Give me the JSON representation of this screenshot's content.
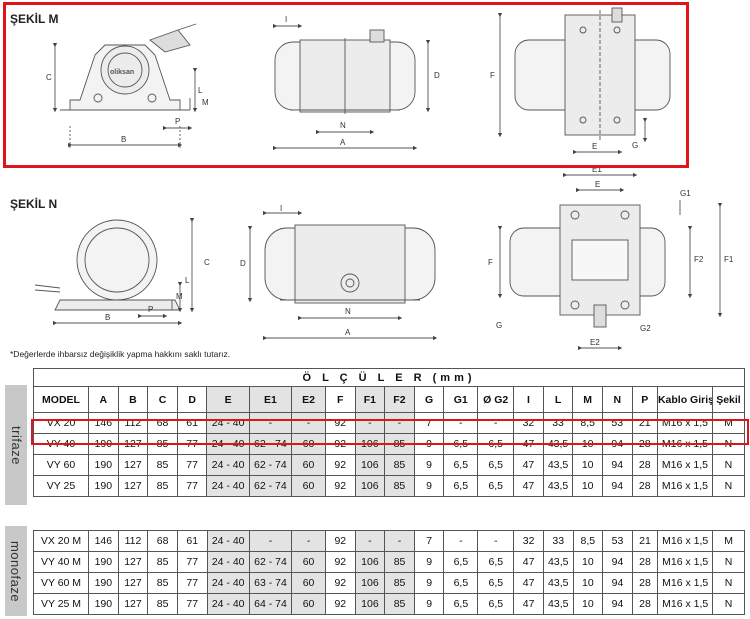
{
  "section_m_label": "ŞEKİL M",
  "section_n_label": "ŞEKİL N",
  "brand_text": "oliksan",
  "footnote": "*Değerlerde ihbarsız değişiklik yapma hakkını saklı tutarız.",
  "dim_labels": {
    "A": "A",
    "B": "B",
    "C": "C",
    "D": "D",
    "E": "E",
    "E1": "E1",
    "E2": "E2",
    "F": "F",
    "F1": "F1",
    "F2": "F2",
    "G": "G",
    "G1": "G1",
    "G2": "G2",
    "I": "I",
    "L": "L",
    "M": "M",
    "N": "N",
    "P": "P"
  },
  "table": {
    "title": "Ö L Ç Ü L E R  (mm)",
    "headers": [
      "MODEL",
      "A",
      "B",
      "C",
      "D",
      "E",
      "E1",
      "E2",
      "F",
      "F1",
      "F2",
      "G",
      "G1",
      "Ø G2",
      "I",
      "L",
      "M",
      "N",
      "P",
      "Kablo Girişi",
      "Şekil"
    ],
    "group_trifaze": {
      "label": "trifaze",
      "rows": [
        [
          "VX 20",
          "146",
          "112",
          "68",
          "61",
          "24 - 40",
          "-",
          "-",
          "92",
          "-",
          "-",
          "7",
          "-",
          "-",
          "32",
          "33",
          "8,5",
          "53",
          "21",
          "M16 x 1,5",
          "M"
        ],
        [
          "VY 40",
          "190",
          "127",
          "85",
          "77",
          "24 - 40",
          "62 - 74",
          "60",
          "92",
          "106",
          "85",
          "9",
          "6,5",
          "6,5",
          "47",
          "43,5",
          "10",
          "94",
          "28",
          "M16 x 1,5",
          "N"
        ],
        [
          "VY 60",
          "190",
          "127",
          "85",
          "77",
          "24 - 40",
          "62 - 74",
          "60",
          "92",
          "106",
          "85",
          "9",
          "6,5",
          "6,5",
          "47",
          "43,5",
          "10",
          "94",
          "28",
          "M16 x 1,5",
          "N"
        ],
        [
          "VY 25",
          "190",
          "127",
          "85",
          "77",
          "24 - 40",
          "62 - 74",
          "60",
          "92",
          "106",
          "85",
          "9",
          "6,5",
          "6,5",
          "47",
          "43,5",
          "10",
          "94",
          "28",
          "M16 x 1,5",
          "N"
        ]
      ]
    },
    "group_monofaze": {
      "label": "monofaze",
      "rows": [
        [
          "VX 20 M",
          "146",
          "112",
          "68",
          "61",
          "24 - 40",
          "-",
          "-",
          "92",
          "-",
          "-",
          "7",
          "-",
          "-",
          "32",
          "33",
          "8,5",
          "53",
          "21",
          "M16 x 1,5",
          "M"
        ],
        [
          "VY 40 M",
          "190",
          "127",
          "85",
          "77",
          "24 - 40",
          "62 - 74",
          "60",
          "92",
          "106",
          "85",
          "9",
          "6,5",
          "6,5",
          "47",
          "43,5",
          "10",
          "94",
          "28",
          "M16 x 1,5",
          "N"
        ],
        [
          "VY 60 M",
          "190",
          "127",
          "85",
          "77",
          "24 - 40",
          "63 - 74",
          "60",
          "92",
          "106",
          "85",
          "9",
          "6,5",
          "6,5",
          "47",
          "43,5",
          "10",
          "94",
          "28",
          "M16 x 1,5",
          "N"
        ],
        [
          "VY 25 M",
          "190",
          "127",
          "85",
          "77",
          "24 - 40",
          "64 - 74",
          "60",
          "92",
          "106",
          "85",
          "9",
          "6,5",
          "6,5",
          "47",
          "43,5",
          "10",
          "94",
          "28",
          "M16 x 1,5",
          "N"
        ]
      ]
    }
  },
  "colors": {
    "highlight": "#e0151b",
    "shade": "#e3e3e3",
    "side_label_bg": "#c8c8c8"
  }
}
